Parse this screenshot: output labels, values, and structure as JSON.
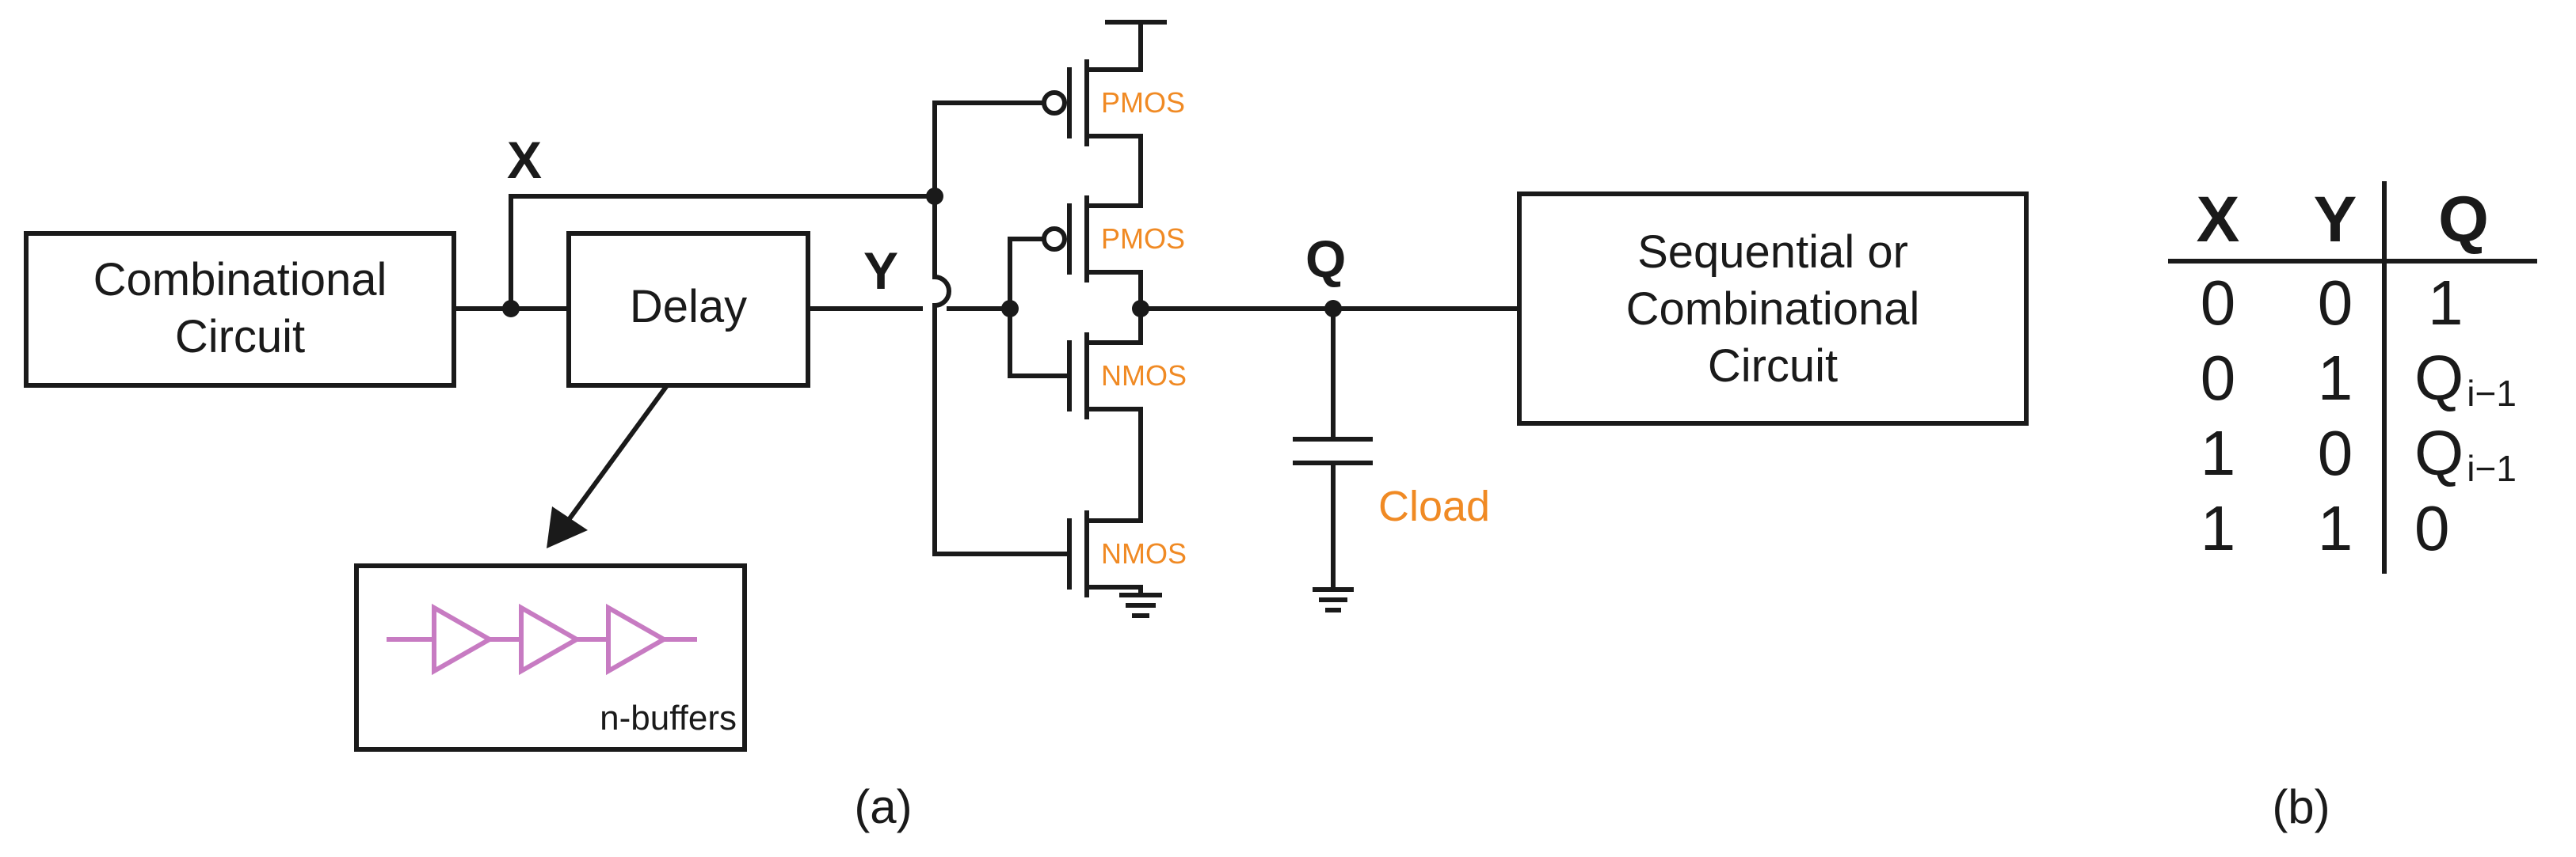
{
  "colors": {
    "wire": "#1a1a1a",
    "transistor_label": "#f08a24",
    "buffer": "#c77bc2",
    "background": "#ffffff"
  },
  "circuit": {
    "blocks": {
      "combinational": [
        "Combinational",
        "Circuit"
      ],
      "delay": "Delay",
      "sequential": [
        "Sequential or",
        "Combinational",
        "Circuit"
      ],
      "buffers": "n-buffers"
    },
    "nodes": {
      "x": "X",
      "y": "Y",
      "q": "Q"
    },
    "transistors": [
      "PMOS",
      "PMOS",
      "NMOS",
      "NMOS"
    ],
    "capacitor": "Cload",
    "caption": "(a)"
  },
  "truth_table": {
    "headers": [
      "X",
      "Y",
      "Q"
    ],
    "rows": [
      [
        "0",
        "0",
        "1"
      ],
      [
        "0",
        "1",
        "Qi−1"
      ],
      [
        "1",
        "0",
        "Qi−1"
      ],
      [
        "1",
        "1",
        "0"
      ]
    ],
    "q_prev_main": "Q",
    "q_prev_sub": "i−1",
    "caption": "(b)"
  }
}
